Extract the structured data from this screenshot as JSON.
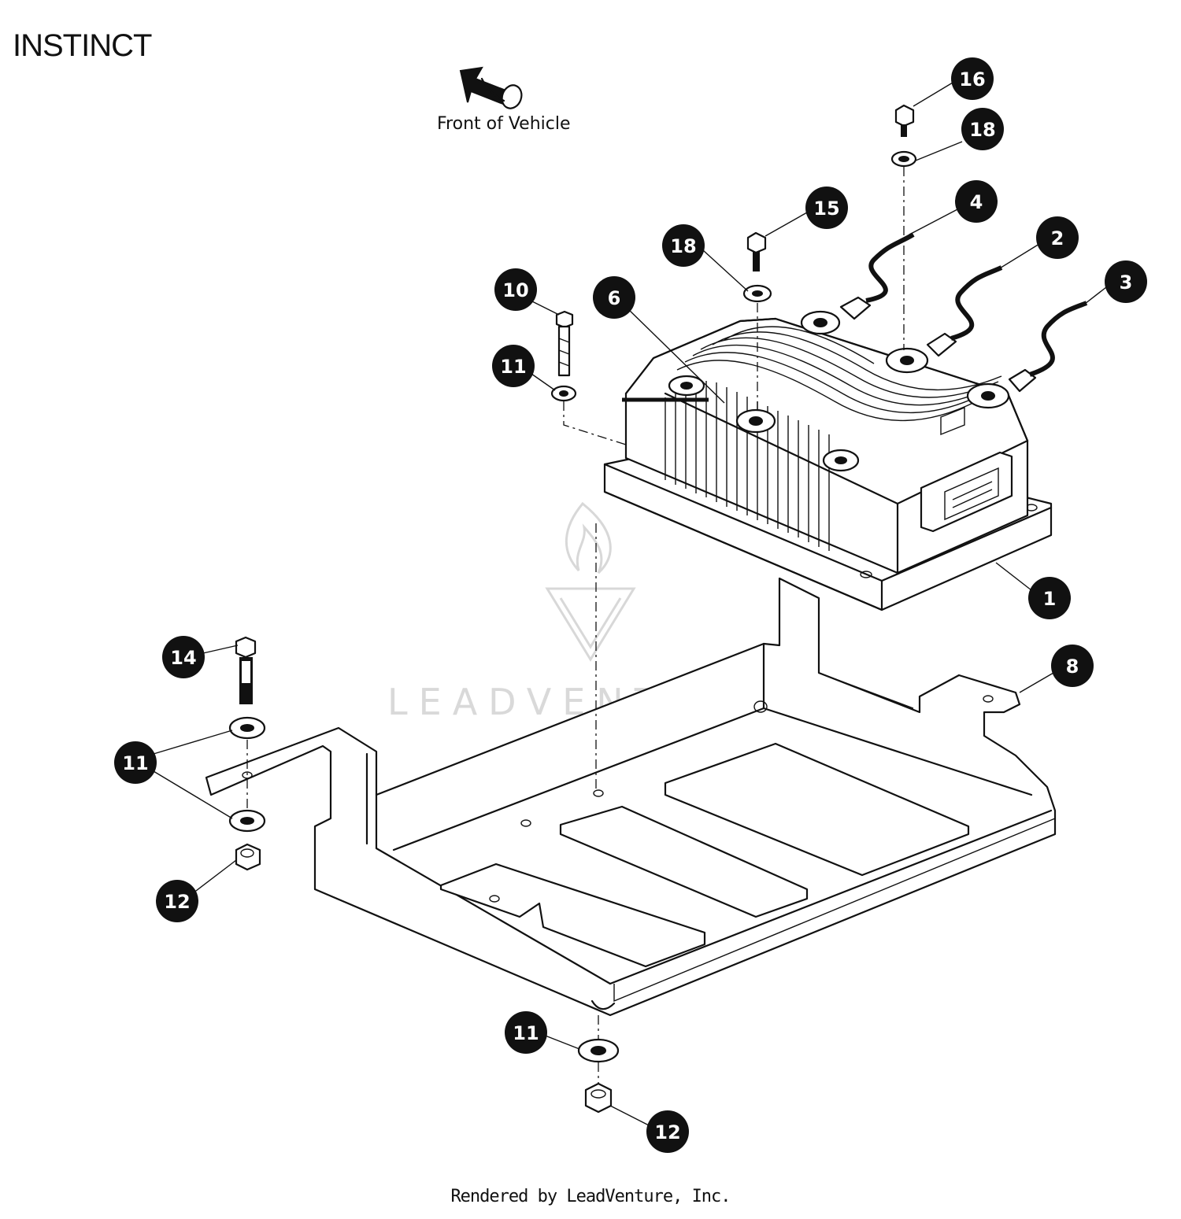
{
  "title": "INSTINCT",
  "orientation_label": "Front of Vehicle",
  "watermark": "LEADVENTURE",
  "footer": "Rendered by LeadVenture, Inc.",
  "callouts": [
    {
      "id": "c16",
      "label": "16"
    },
    {
      "id": "c18a",
      "label": "18"
    },
    {
      "id": "c15",
      "label": "15"
    },
    {
      "id": "c4",
      "label": "4"
    },
    {
      "id": "c18b",
      "label": "18"
    },
    {
      "id": "c2",
      "label": "2"
    },
    {
      "id": "c3",
      "label": "3"
    },
    {
      "id": "c10",
      "label": "10"
    },
    {
      "id": "c6",
      "label": "6"
    },
    {
      "id": "c11a",
      "label": "11"
    },
    {
      "id": "c1",
      "label": "1"
    },
    {
      "id": "c14",
      "label": "14"
    },
    {
      "id": "c8",
      "label": "8"
    },
    {
      "id": "c11b",
      "label": "11"
    },
    {
      "id": "c12a",
      "label": "12"
    },
    {
      "id": "c11c",
      "label": "11"
    },
    {
      "id": "c12b",
      "label": "12"
    }
  ]
}
